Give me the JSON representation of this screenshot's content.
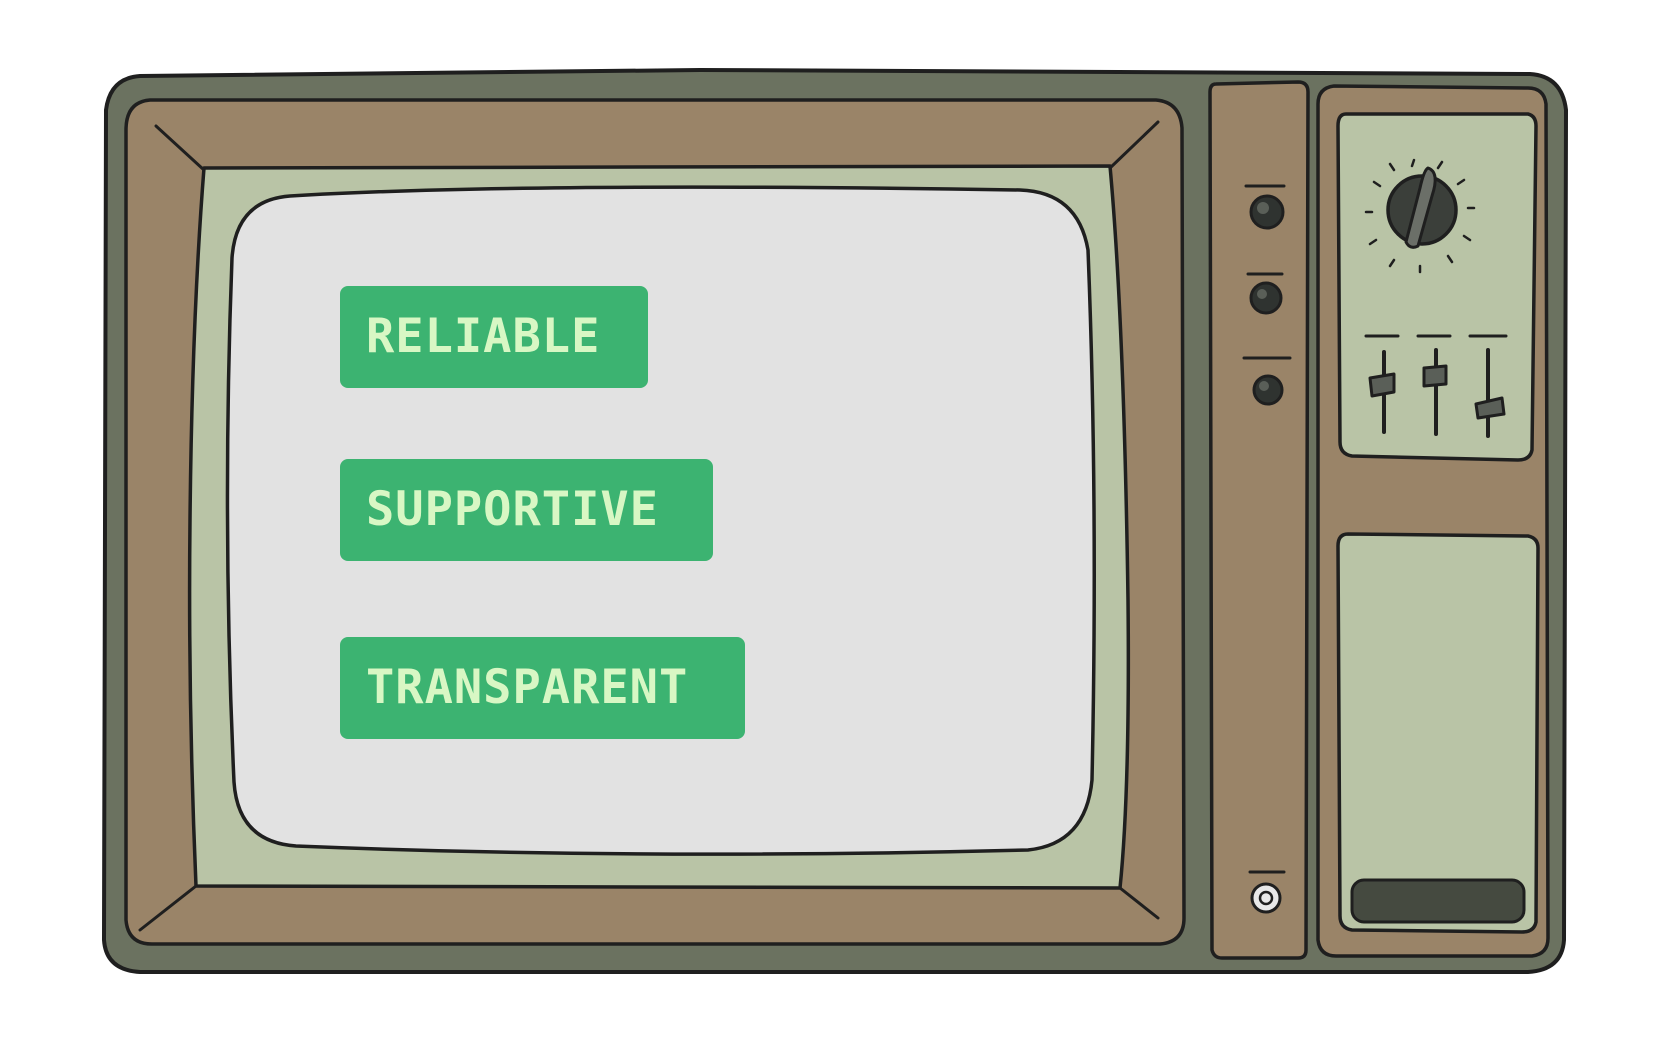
{
  "tags": [
    "RELIABLE",
    "SUPPORTIVE",
    "TRANSPARENT"
  ],
  "colors": {
    "background": "#ffffff",
    "outer_case": "#6b7260",
    "wood_frame": "#9a8468",
    "screen_bezel": "#b9c4a6",
    "screen": "#e2e2e2",
    "tag_fill": "#3cb371",
    "tag_text": "#d8f7c4",
    "outline": "#1f1f1f"
  },
  "icons": [
    "retro-tv-illustration",
    "knob-icon",
    "dial-icon",
    "slider-icon",
    "power-button-icon"
  ]
}
